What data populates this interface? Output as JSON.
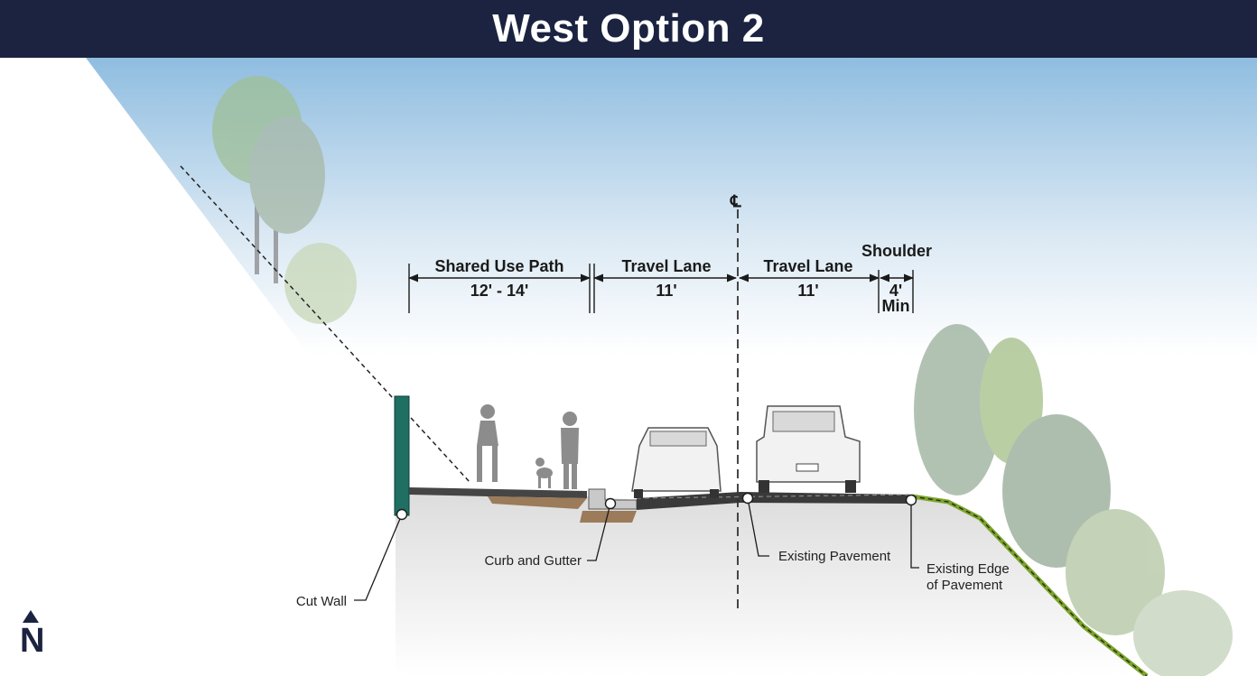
{
  "title": "West Option 2",
  "centerline_symbol": "℄",
  "dimensions": [
    {
      "label": "Shared Use Path",
      "value": "12' - 14'"
    },
    {
      "label": "Travel Lane",
      "value": "11'"
    },
    {
      "label": "Travel Lane",
      "value": "11'"
    },
    {
      "label": "Shoulder",
      "value": "4'",
      "note": "Min"
    }
  ],
  "callouts": {
    "cut_wall": "Cut Wall",
    "curb_gutter": "Curb and Gutter",
    "existing_pavement": "Existing Pavement",
    "existing_edge_line1": "Existing Edge",
    "existing_edge_line2": "of Pavement"
  },
  "north_label": "N",
  "icons": [
    "north-arrow-icon",
    "tree-icon",
    "cyclist-icon",
    "pedestrian-icon",
    "dog-icon",
    "car-icon",
    "pickup-truck-icon"
  ],
  "colors": {
    "header": "#1b2340",
    "sky": "#8fbde0",
    "wall": "#1f6f62",
    "grass": "#7ba428",
    "pavement": "#3a3a3a"
  }
}
